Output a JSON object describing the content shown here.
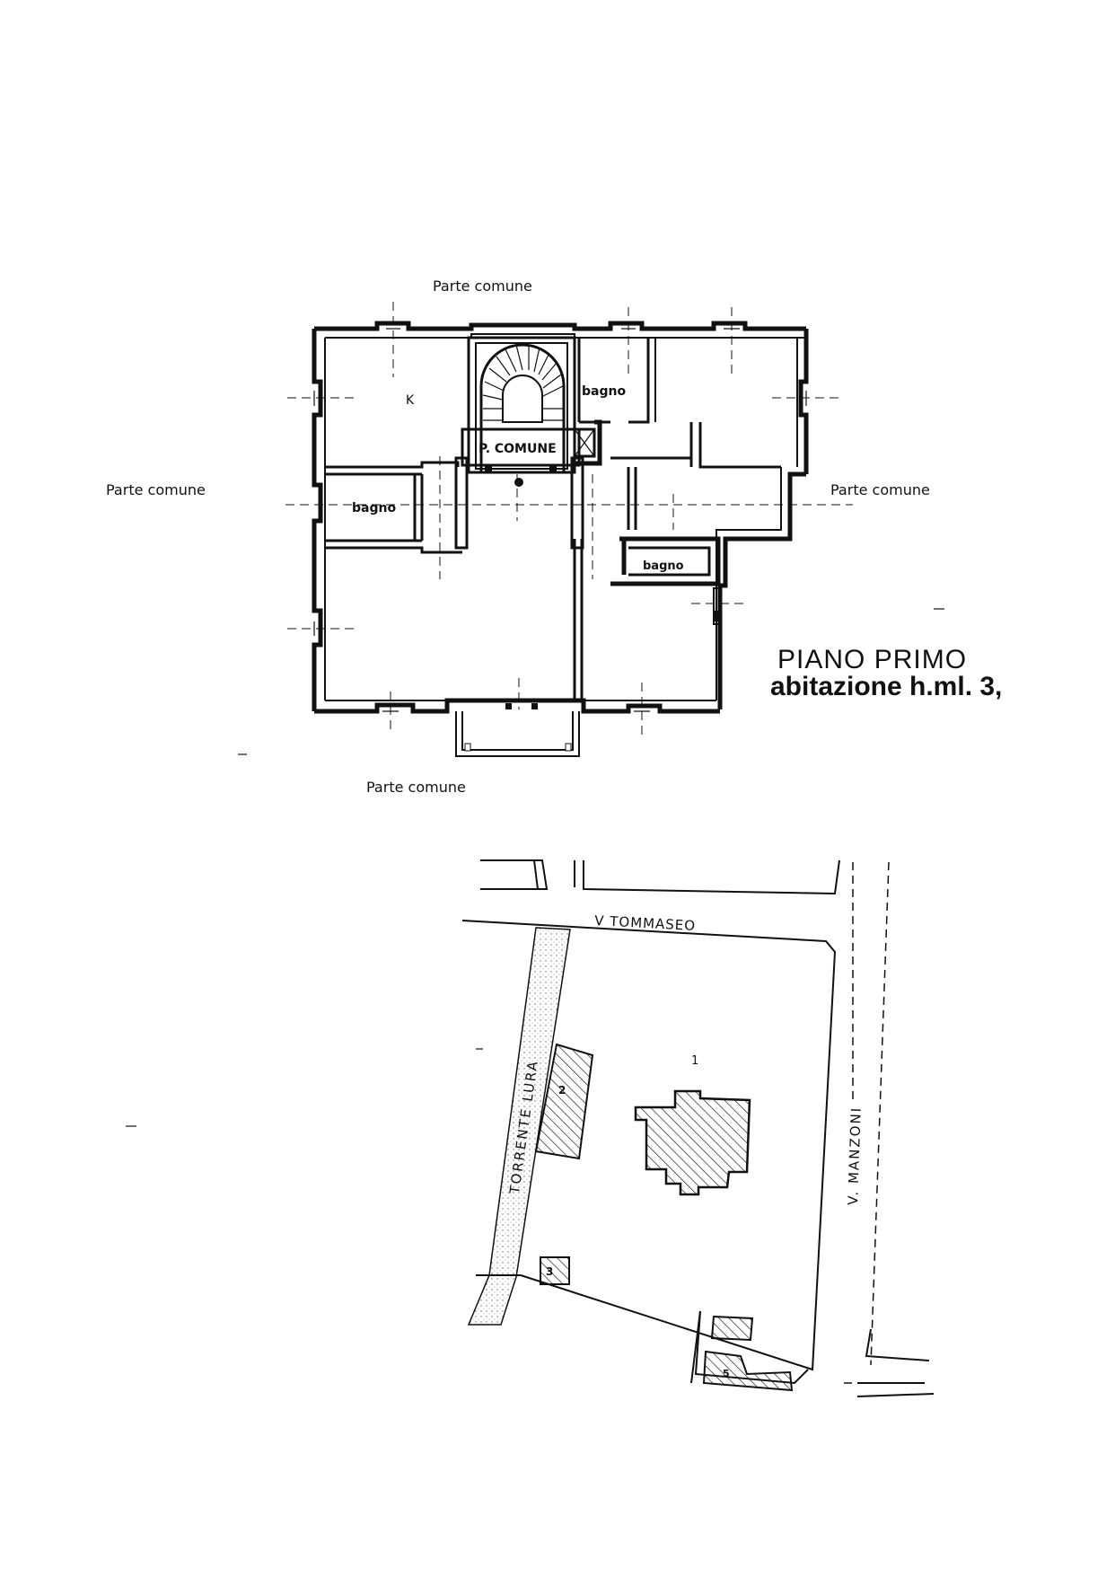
{
  "floor_plan": {
    "labels": {
      "parte_comune_top": "Parte comune",
      "parte_comune_left": "Parte comune",
      "parte_comune_right": "Parte comune",
      "parte_comune_bottom": "Parte comune",
      "room_k": "K",
      "bagno_left": "bagno",
      "bagno_top_right": "bagno",
      "bagno_center_right": "bagno",
      "p_comune": "P. COMUNE"
    },
    "title": {
      "line1": "PIANO PRIMO",
      "line2": "abitazione h.ml. 3,"
    }
  },
  "site_plan": {
    "streets": {
      "tommaseo": "V  TOMMASEO",
      "manzoni": "V. MANZONI",
      "torrente": "TORRENTE LURA"
    },
    "parcels": {
      "p1": "1",
      "p2": "2",
      "p3": "3",
      "p5": "5"
    }
  }
}
